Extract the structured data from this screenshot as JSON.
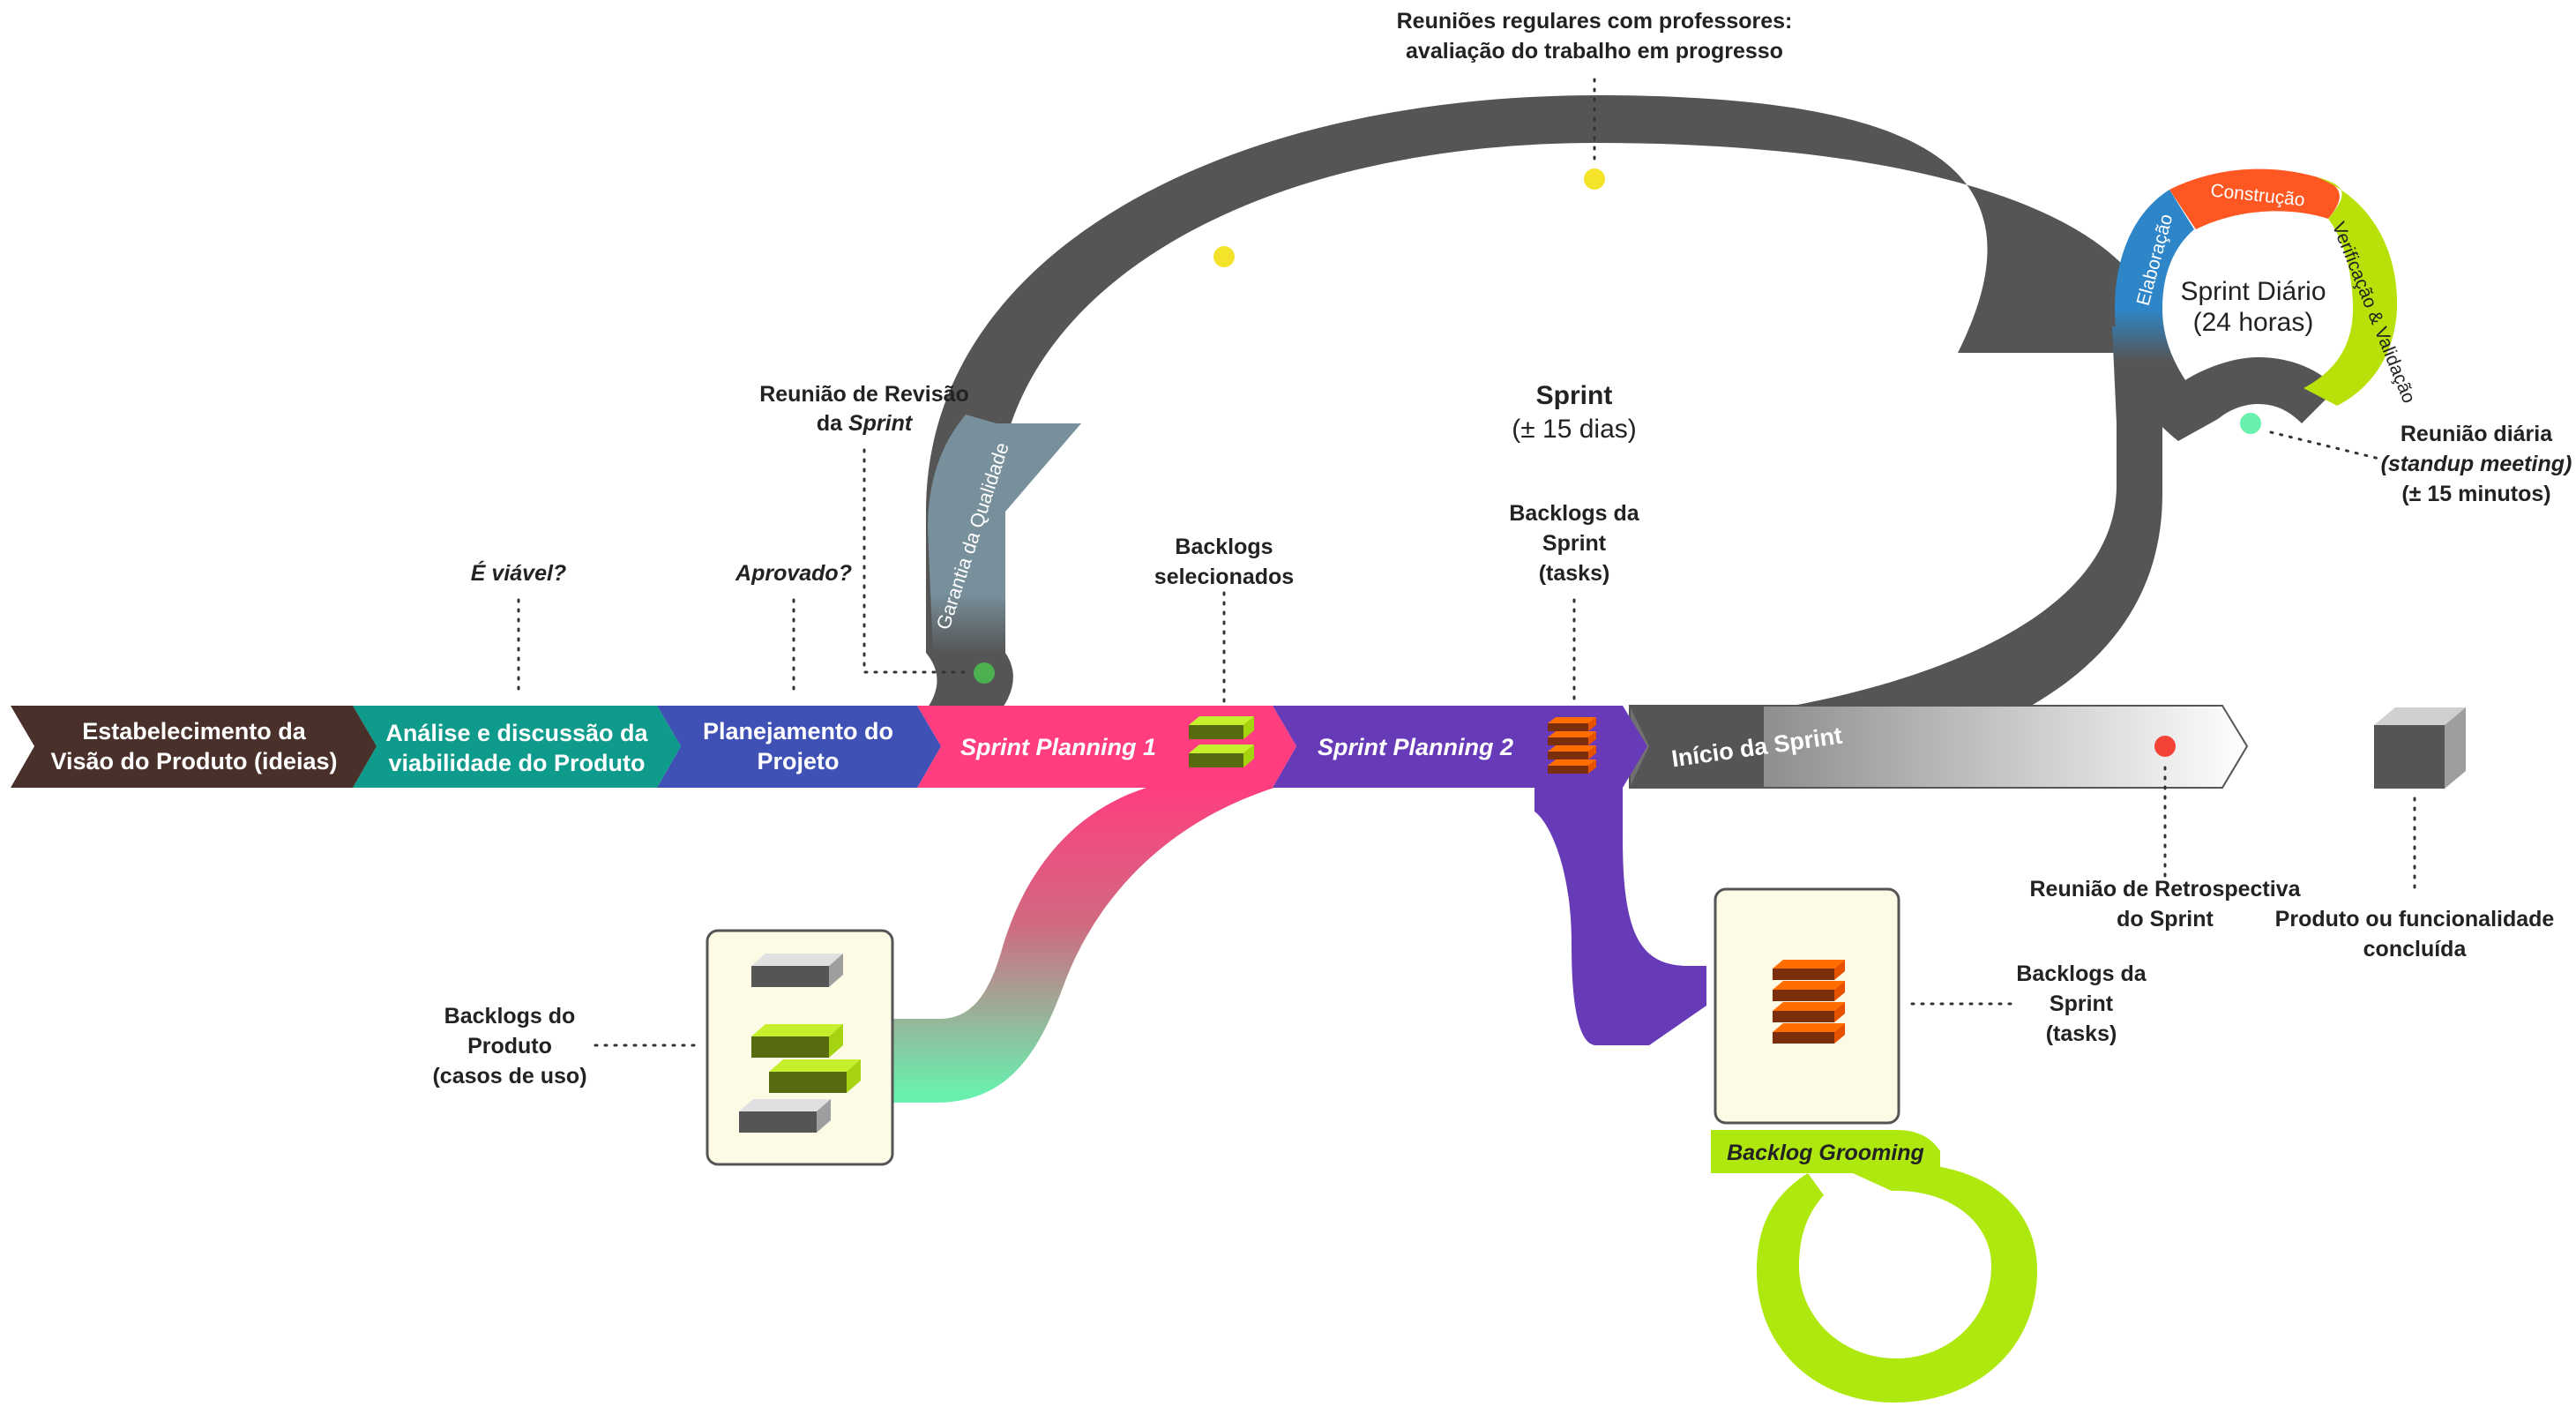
{
  "chevrons": {
    "vision": {
      "line1": "Estabelecimento da",
      "line2": "Visão do Produto (ideias)",
      "color": "#4a302a"
    },
    "analysis": {
      "line1": "Análise e discussão da",
      "line2": "viabilidade do Produto",
      "color": "#0e9b8b"
    },
    "planning": {
      "line1": "Planejamento do",
      "line2": "Projeto",
      "color": "#3f51b5"
    },
    "sprint_planning_1": {
      "label": "Sprint Planning 1",
      "color": "#ff3d7f"
    },
    "sprint_planning_2": {
      "label": "Sprint Planning 2",
      "color": "#673ab7"
    },
    "sprint_start": {
      "label": "Início da Sprint",
      "color": "#555555"
    }
  },
  "questions": {
    "feasible": "É viável?",
    "approved": "Aprovado?"
  },
  "sprint": {
    "title": "Sprint",
    "duration": "(± 15 dias)"
  },
  "quality_assurance": "Garantia da Qualidade",
  "labels": {
    "review_meeting": {
      "line1": "Reunião de Revisão",
      "line2_prefix": "da ",
      "line2_italic": "Sprint"
    },
    "regular_meetings": {
      "line1": "Reuniões regulares com professores:",
      "line2": "avaliação do trabalho em progresso"
    },
    "selected_backlogs": {
      "line1": "Backlogs",
      "line2": "selecionados"
    },
    "sprint_backlogs_top": {
      "line1": "Backlogs da",
      "line2": "Sprint",
      "line3": "(tasks)"
    },
    "daily_meeting": {
      "line1": "Reunião diária",
      "line2": "(standup meeting)",
      "line3": "(± 15 minutos)"
    },
    "retrospective": {
      "line1": "Reunião de Retrospectiva",
      "line2": "do Sprint"
    },
    "finished_product": {
      "line1": "Produto ou funcionalidade",
      "line2": "concluída"
    },
    "product_backlogs": {
      "line1": "Backlogs do",
      "line2": "Produto",
      "line3": "(casos de uso)"
    },
    "sprint_backlogs_bottom": {
      "line1": "Backlogs da",
      "line2": "Sprint",
      "line3": "(tasks)"
    }
  },
  "daily_sprint": {
    "title": "Sprint Diário",
    "duration": "(24 horas)",
    "phases": [
      "Elaboração",
      "Construção",
      "Verificação & Validação"
    ],
    "colors": {
      "elaboration": "#2e86c9",
      "construction": "#ff5722",
      "verification": "#b8e10a"
    }
  },
  "backlog_grooming": "Backlog Grooming",
  "colors": {
    "sprint_track": "#555555",
    "qa_band": "#78909c",
    "grooming": "#aee80f",
    "meeting_dot": "#f5e32b",
    "review_dot": "#4caf50",
    "daily_dot": "#69f0ae",
    "retro_dot": "#f44336"
  }
}
